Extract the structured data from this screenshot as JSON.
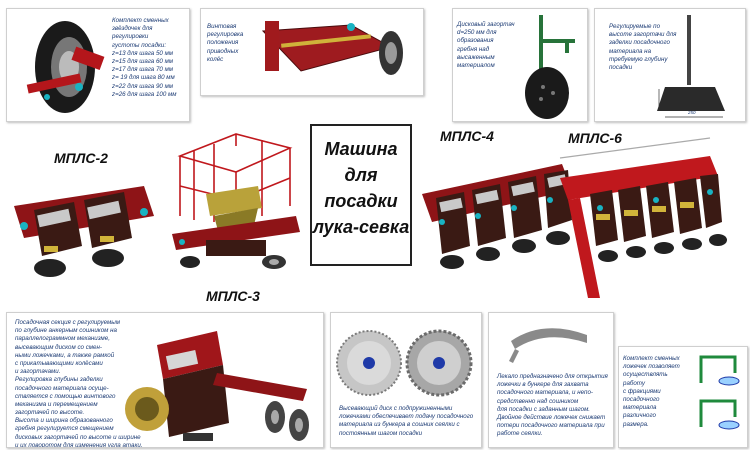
{
  "main_title": "Машина\nдля\nпосадки\nлука-севка",
  "models": {
    "m2": "МПЛС-2",
    "m3": "МПЛС-3",
    "m4": "МПЛС-4",
    "m6": "МПЛС-6"
  },
  "panels": {
    "sprockets": "Комплект сменных\nзвёздочек для\nрегулировки\nгустоты посадки:\nz=13 для шага 50 мм\nz=15 для шага 60 мм\nz=17 для шага 70 мм\nz= 19 для шага 80 мм\nz=22 для шага 90 мм\nz=26 для шага 100 мм",
    "screw": "Винтовая\nрегулировка\nположения\nприводных\nколёс",
    "disc_closer": "Дисковый загортач\nd=250 мм для\nобразования\nгребня над\nвысаженным\nматериалом",
    "adjustable_closers": "Регулируемые по\nвысоте загортачи для\nзаделки посадочного\nматериала на\nтребуемую глубину\nпосадки",
    "dimension_label": "250",
    "planting_section": "Посадочная секция с регулируемым\nпо глубине анкерным сошником на\nпараллелограммном механизме,\nвысевающим диском со смен-\nными ложечками, а также рамкой\nс прикатывающими колёсами\nи загортачами.\nРегулировка глубины заделки\nпосадочного материала осуще-\nствляется с помощью винтового\nмеханизма и перемещением\nзагортачей по высоте.\nВысота и ширина образованного\nгребня регулируется смещением\nдисковых загортачей по высоте и ширине\nи их поворотом для изменения угла атаки.",
    "seeding_disc": "Высевающий диск с подпружиненными\nложечками обеспечивает подачу посадочного\nматериала из бункера в сошник сеялки с\nпостоянным шагом посадки",
    "lekalo": "Лекало предназначено для открытия\nложечки в бункере для захвата\nпосадочного материала, и непо-\nсредственно над сошником\nдля посадки с заданным шагом.\nДвойное действие ложечек снижает\nпотери посадочного материала при\nработе сеялки.",
    "spoons": "Комплект сменных\nложечек позволяет\nосуществлять работу\nс фракциями\nпосадочного\nматериала\nразличного\nразмера."
  },
  "colors": {
    "accent_red": "#b4161b",
    "dark_frame": "#3a1a14",
    "hopper_yellow": "#b9a23a",
    "text_blue": "#1b3a73",
    "spoon_green": "#1f8a3c"
  }
}
